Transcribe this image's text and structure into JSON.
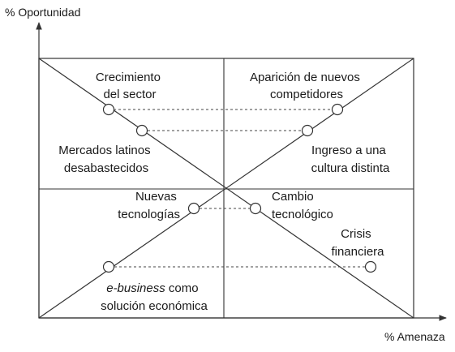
{
  "axes": {
    "y_title": "% Oportunidad",
    "x_title": "% Amenaza"
  },
  "labels": {
    "crecimiento": [
      "Crecimiento",
      "del sector"
    ],
    "aparicion": [
      "Aparición de nuevos",
      "competidores"
    ],
    "mercados": [
      "Mercados latinos",
      "desabastecidos"
    ],
    "ingreso": [
      "Ingreso a una",
      "cultura distinta"
    ],
    "nuevas_tec": [
      "Nuevas",
      "tecnologías"
    ],
    "cambio_tec": [
      "Cambio",
      "tecnológico"
    ],
    "crisis": [
      "Crisis",
      "financiera"
    ],
    "ebusiness": {
      "italic": "e-business",
      "rest": " como",
      "line2": "solución económica"
    }
  }
}
